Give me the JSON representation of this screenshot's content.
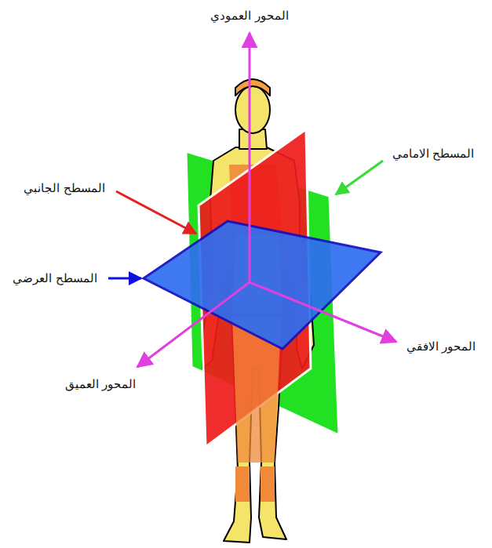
{
  "diagram": {
    "labels": [
      "المحور العمودي",
      "المسطح الامامي",
      "المسطح الجانبي",
      "المسطح العرضي",
      "المحور الافقي",
      "المحور العميق"
    ]
  }
}
